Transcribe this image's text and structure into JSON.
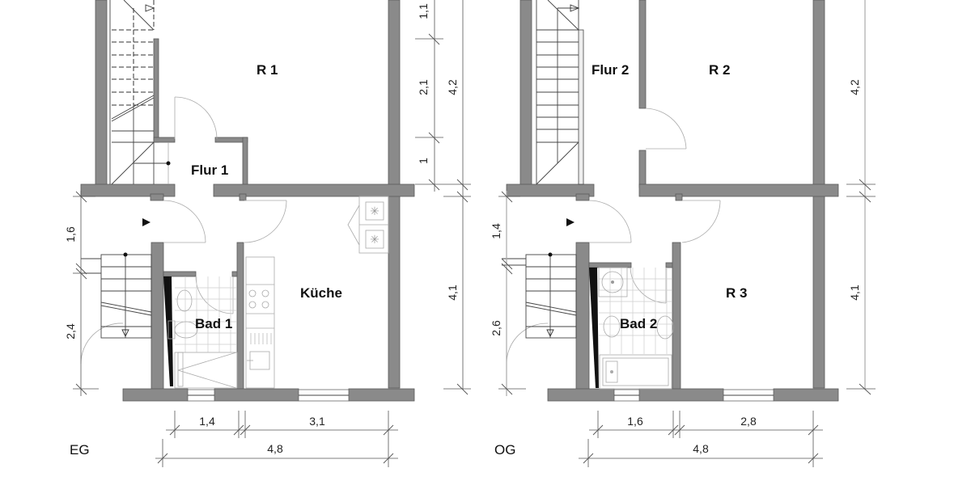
{
  "plans": [
    {
      "floor_label": "EG",
      "rooms": {
        "r1": "R 1",
        "flur": "Flur 1",
        "kueche": "Küche",
        "bad": "Bad 1"
      },
      "dimensions": {
        "right_segments": [
          "1,1",
          "2,1",
          "1"
        ],
        "right_total_upper": "4,2",
        "right_total_lower": "4,1",
        "left_upper": "1,6",
        "left_lower": "2,4",
        "bottom_segments": [
          "1,4",
          "3,1"
        ],
        "bottom_total": "4,8"
      }
    },
    {
      "floor_label": "OG",
      "rooms": {
        "r2": "R 2",
        "flur": "Flur 2",
        "r3": "R 3",
        "bad": "Bad 2"
      },
      "dimensions": {
        "right_total_upper": "4,2",
        "right_total_lower": "4,1",
        "left_upper": "1,4",
        "left_lower": "2,6",
        "bottom_segments": [
          "1,6",
          "2,8"
        ],
        "bottom_total": "4,8"
      }
    }
  ],
  "colors": {
    "wall": "#8a8a8a",
    "background": "#ffffff"
  }
}
